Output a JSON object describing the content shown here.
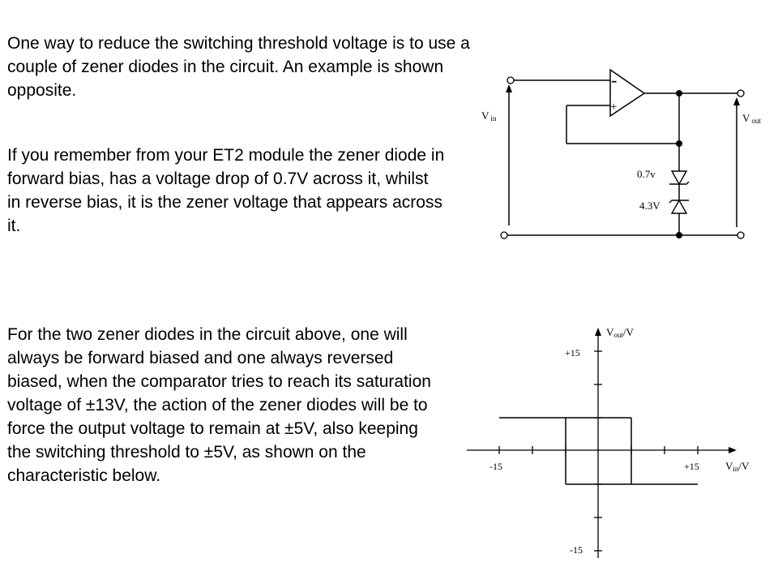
{
  "paragraphs": {
    "p1": "One way to reduce the switching threshold voltage is to use a couple of zener diodes in the circuit. An example is shown opposite.",
    "p2": "If you remember from your ET2 module the zener diode in forward bias, has a voltage drop of 0.7V across it, whilst in reverse bias, it is the zener voltage that appears across it.",
    "p3": "For the two zener diodes in the circuit above, one will always be forward biased and one always reversed biased, when the comparator tries to reach its saturation voltage of ±13V, the action of the zener diodes will be to force the output voltage to remain at ±5V, also keeping the switching threshold to ±5V, as shown on the characteristic below."
  },
  "circuit": {
    "opamp_minus": "-",
    "opamp_plus": "+",
    "vin_main": "V",
    "vin_sub": "in",
    "vout_main": "V",
    "vout_sub": "out",
    "diode1_label": "0.7v",
    "diode2_label": "4.3V"
  },
  "characteristic": {
    "y_axis_main": "V",
    "y_axis_sub": "out",
    "y_axis_unit": "/V",
    "x_axis_main": "V",
    "x_axis_sub": "in",
    "x_axis_unit": "/V",
    "y_tick_top": "+15",
    "y_tick_bottom": "-15",
    "x_tick_left": "-15",
    "x_tick_right": "+15"
  }
}
